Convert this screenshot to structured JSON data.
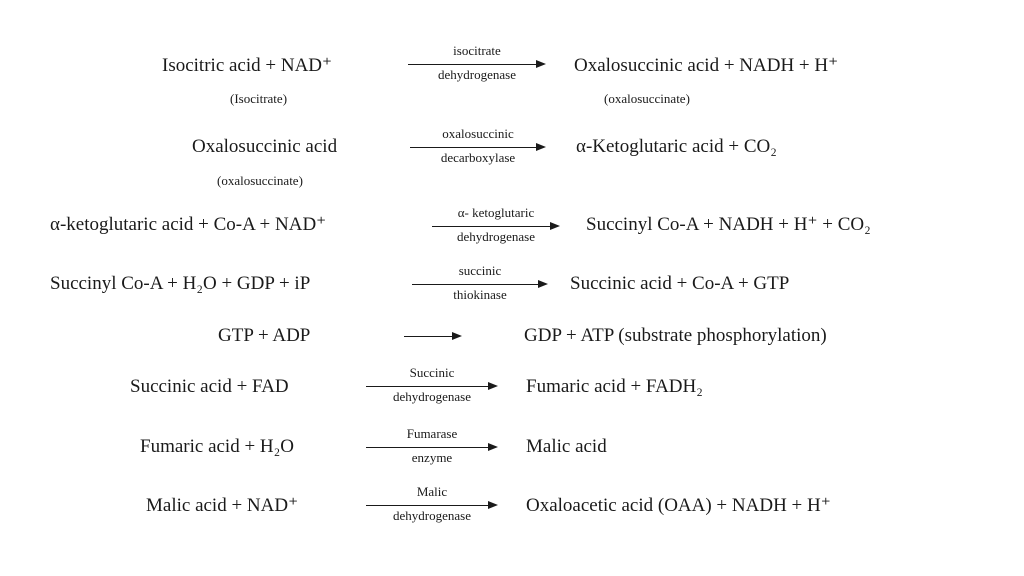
{
  "reactions": [
    {
      "left": "Isocitric acid + NAD⁺",
      "left_note": "(Isocitrate)",
      "enzyme_top": "isocitrate",
      "enzyme_bottom": "dehydrogenase",
      "right": "Oxalosuccinic acid + NADH + H⁺",
      "right_note": "(oxalosuccinate)"
    },
    {
      "left": "Oxalosuccinic acid",
      "left_note": "(oxalosuccinate)",
      "enzyme_top": "oxalosuccinic",
      "enzyme_bottom": "decarboxylase",
      "right": "α-Ketoglutaric acid + CO₂"
    },
    {
      "left": "α-ketoglutaric acid + Co-A + NAD⁺",
      "enzyme_top": "α- ketoglutaric",
      "enzyme_bottom": "dehydrogenase",
      "right": "Succinyl Co-A + NADH + H⁺ + CO₂"
    },
    {
      "left": "Succinyl Co-A + H₂O + GDP + iP",
      "enzyme_top": "succinic",
      "enzyme_bottom": "thiokinase",
      "right": "Succinic acid + Co-A + GTP"
    },
    {
      "left": "GTP + ADP",
      "enzyme_top": "",
      "enzyme_bottom": "",
      "right": "GDP + ATP (substrate phosphorylation)"
    },
    {
      "left": "Succinic acid + FAD",
      "enzyme_top": "Succinic",
      "enzyme_bottom": "dehydrogenase",
      "right": "Fumaric acid + FADH₂"
    },
    {
      "left": "Fumaric acid + H₂O",
      "enzyme_top": "Fumarase",
      "enzyme_bottom": "enzyme",
      "right": "Malic acid"
    },
    {
      "left": "Malic acid + NAD⁺",
      "enzyme_top": "Malic",
      "enzyme_bottom": "dehydrogenase",
      "right": "Oxaloacetic acid (OAA) + NADH + H⁺"
    }
  ]
}
